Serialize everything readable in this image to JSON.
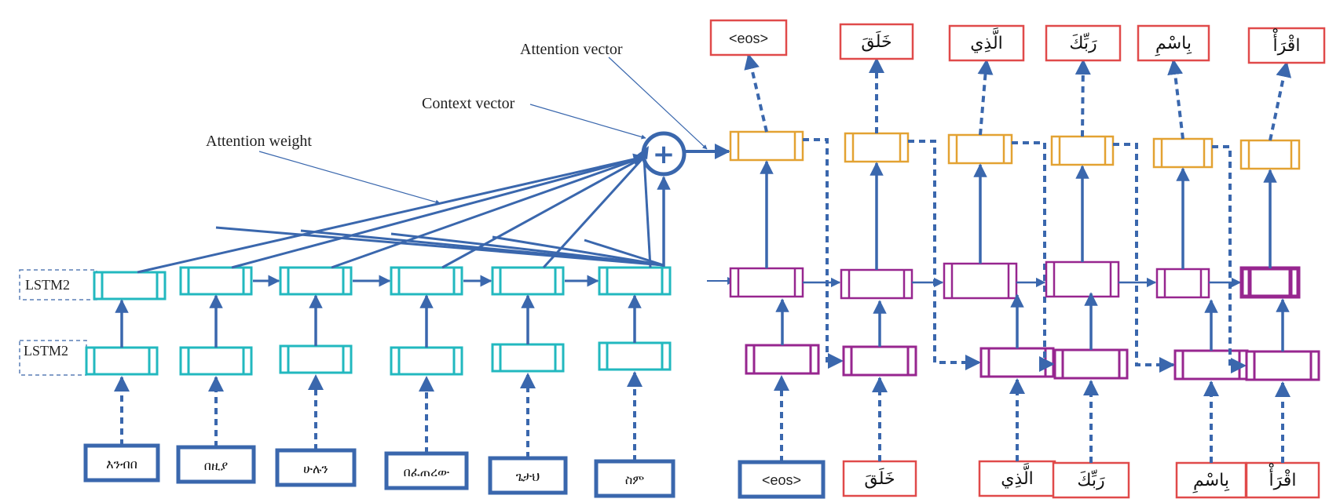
{
  "colors": {
    "arrow": "#3a67ad",
    "encoder_cell": "#22b8bf",
    "decoder_cell": "#97268f",
    "attention_cell": "#e3a232",
    "source_box": "#3a67ad",
    "target_box": "#e04a4a",
    "lstm_label_border": "#5a7fb5"
  },
  "labels": {
    "attention_vector": "Attention vector",
    "context_vector": "Context vector",
    "attention_weight": "Attention weight",
    "lstm_layer_top": "LSTM2",
    "lstm_layer_bottom": "LSTM2",
    "combine_symbol": "+"
  },
  "encoder": {
    "source_tokens": [
      "እንብበ",
      "በዚያ",
      "ሁሉን",
      "በፈጠረው",
      "ጌታህ",
      "ስም"
    ]
  },
  "decoder": {
    "input_tokens": [
      "<eos>",
      "خَلَقَ",
      "الَّذِي",
      "رَبِّكَ",
      "بِاسْمِ",
      "اقْرَأْ"
    ],
    "output_tokens": [
      "<eos>",
      "خَلَقَ",
      "الَّذِي",
      "رَبِّكَ",
      "بِاسْمِ",
      "اقْرَأْ"
    ]
  }
}
